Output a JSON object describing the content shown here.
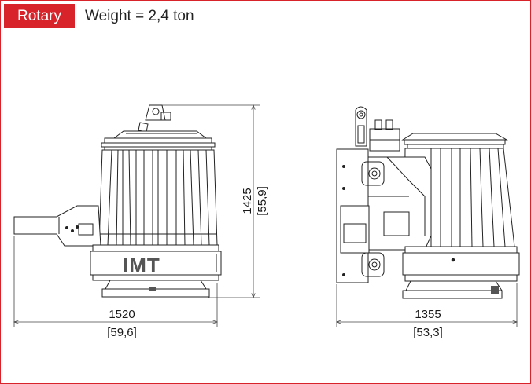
{
  "header": {
    "tag_label": "Rotary",
    "weight_text": "Weight = 2,4 ton",
    "accent_color": "#d8232a"
  },
  "front_view": {
    "logo_text": "IMT",
    "height_mm": "1425",
    "height_in": "[55,9]",
    "width_mm": "1520",
    "width_in": "[59,6]"
  },
  "side_view": {
    "width_mm": "1355",
    "width_in": "[53,3]"
  }
}
